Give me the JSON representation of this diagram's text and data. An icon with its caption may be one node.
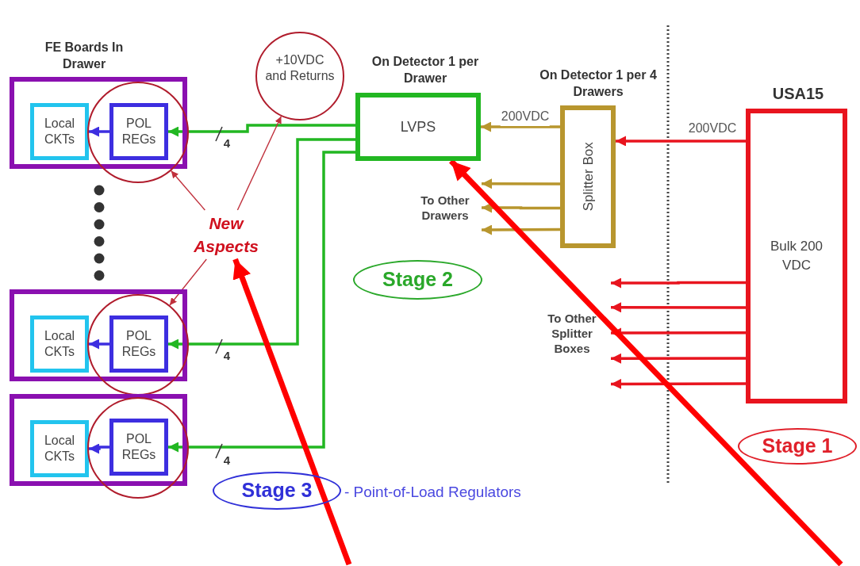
{
  "diagram": {
    "nodes": [
      {
        "text": [
          "FE Boards In Drawer"
        ]
      },
      {
        "text": [
          "Local CKTs"
        ],
        "in": 0
      },
      {
        "text": [],
        "shape": "circle"
      },
      {
        "text": [
          "POL REGs"
        ],
        "in": 2
      },
      {
        "text": [],
        "shape": "box"
      },
      {
        "text": [
          "Local CKTs"
        ],
        "in": 4
      },
      {
        "text": [],
        "shape": "circle"
      },
      {
        "text": [
          "POL REGs"
        ],
        "in": 6
      },
      {
        "text": [],
        "shape": "box"
      },
      {
        "text": [
          "Local CKTs"
        ],
        "in": 8
      },
      {
        "text": [],
        "shape": "circle"
      },
      {
        "text": [
          "POL REGs"
        ],
        "in": 10
      },
      {
        "text": [
          "+10VDC and Returns"
        ]
      },
      {
        "text": [
          "On Detector 1 per Drawer",
          "LVPS"
        ]
      },
      {
        "text": [
          "On Detector 1 per 4 Drawers",
          "Splitter Box"
        ]
      },
      {
        "text": [
          "USA15",
          "Bulk 200 VDC"
        ]
      },
      {
        "text": [
          "To Other Drawers"
        ]
      },
      {
        "text": [
          "To Other Splitter Boxes"
        ]
      },
      {
        "text": [
          "New Aspects"
        ]
      },
      {
        "text": [
          "Stage 2"
        ]
      },
      {
        "text": [
          "Stage 1"
        ]
      },
      {
        "text": [
          "Stage 3"
        ],
        "beside": [
          "- Point-of-Load Regulators"
        ]
      }
    ],
    "edges": [
      {
        "from": 13,
        "to": 3,
        "arrow": "to",
        "label": "4",
        "color": "#22b722"
      },
      {
        "from": 13,
        "to": 7,
        "arrow": "to",
        "label": "4",
        "color": "#22b722"
      },
      {
        "from": 13,
        "to": 11,
        "arrow": "to",
        "label": "4",
        "color": "#22b722"
      },
      {
        "from": 3,
        "to": 1,
        "arrow": "to",
        "color": "#3d2ee0"
      },
      {
        "from": 7,
        "to": 5,
        "arrow": "to",
        "color": "#3d2ee0"
      },
      {
        "from": 11,
        "to": 9,
        "arrow": "to",
        "color": "#3d2ee0"
      },
      {
        "from": 14,
        "to": 13,
        "arrow": "to",
        "label": "200VDC",
        "color": "#b8962e"
      },
      {
        "from": 14,
        "to": 16,
        "arrow": "to",
        "color": "#b8962e"
      },
      {
        "from": 14,
        "to": 16,
        "arrow": "to",
        "color": "#b8962e"
      },
      {
        "from": 14,
        "to": 16,
        "arrow": "to",
        "color": "#b8962e"
      },
      {
        "from": 15,
        "to": 14,
        "arrow": "to",
        "label": "200VDC",
        "color": "#e8141e"
      },
      {
        "from": 15,
        "to": 17,
        "arrow": "to",
        "color": "#e8141e"
      },
      {
        "from": 15,
        "to": 17,
        "arrow": "to",
        "color": "#e8141e"
      },
      {
        "from": 15,
        "to": 17,
        "arrow": "to",
        "color": "#e8141e"
      },
      {
        "from": 15,
        "to": 17,
        "arrow": "to",
        "color": "#e8141e"
      },
      {
        "from": 15,
        "to": 17,
        "arrow": "to",
        "color": "#e8141e"
      },
      {
        "from": 18,
        "to": 2,
        "arrow": "to",
        "color": "#c0303c"
      },
      {
        "from": 18,
        "to": 12,
        "arrow": "to",
        "color": "#c0303c"
      },
      {
        "from": 18,
        "to": 6,
        "arrow": "to",
        "color": "#c0303c"
      },
      {
        "from": null,
        "to": 18,
        "arrow": "to",
        "style": "thick",
        "color": "#ff0000"
      },
      {
        "from": null,
        "to": 13,
        "arrow": "to",
        "style": "thick",
        "color": "#ff0000"
      }
    ]
  }
}
